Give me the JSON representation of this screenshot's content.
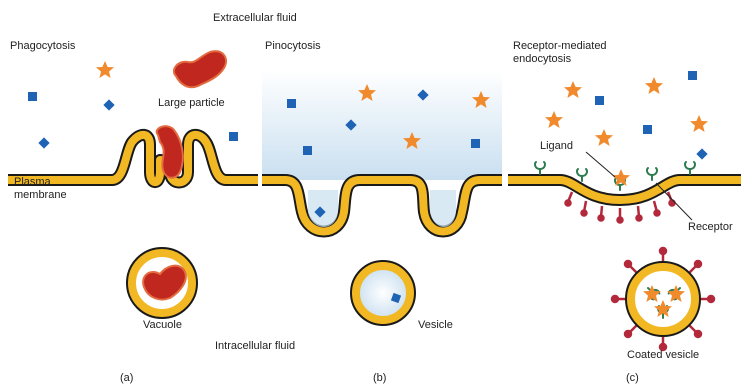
{
  "labels": {
    "extracellular": "Extracellular fluid",
    "intracellular": "Intracellular fluid",
    "plasma_membrane_1": "Plasma",
    "plasma_membrane_2": "membrane"
  },
  "panels": {
    "a": {
      "title": "Phagocytosis",
      "large_particle": "Large particle",
      "vacuole": "Vacuole",
      "letter": "(a)"
    },
    "b": {
      "title": "Pinocytosis",
      "vesicle": "Vesicle",
      "letter": "(b)"
    },
    "c": {
      "title_1": "Receptor-mediated",
      "title_2": "endocytosis",
      "ligand": "Ligand",
      "receptor": "Receptor",
      "coated_vesicle": "Coated vesicle",
      "letter": "(c)"
    }
  },
  "colors": {
    "membrane": "#f2b824",
    "membrane_edge": "#1a1a1a",
    "particle": "#c0271f",
    "star": "#f08a2c",
    "square": "#1f63b5",
    "receptor": "#2e7d4f",
    "coat": "#b3283a",
    "fluid": "#c9dff0"
  }
}
